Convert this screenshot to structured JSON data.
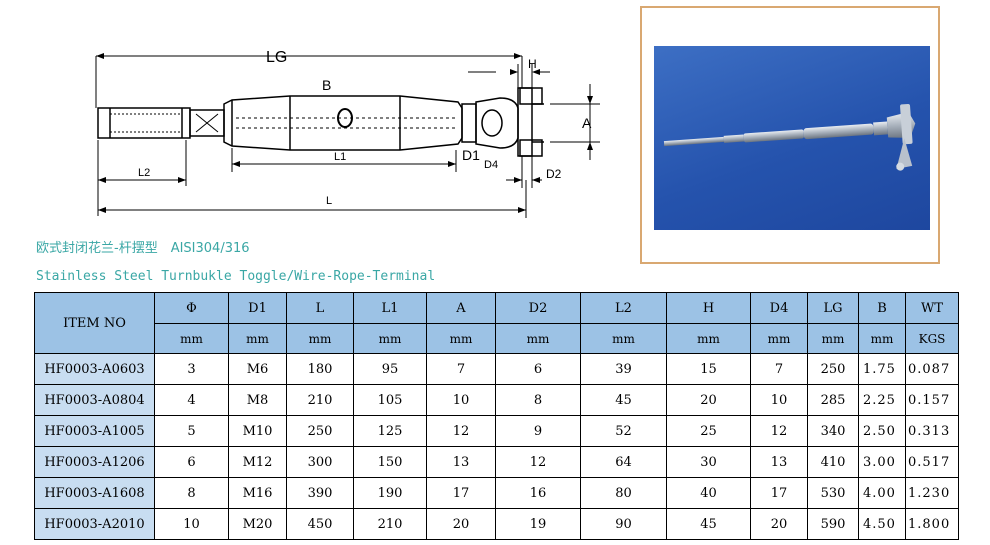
{
  "drawing": {
    "labels": {
      "lg": "LG",
      "b": "B",
      "h": "H",
      "a": "A",
      "l1": "L1",
      "d1": "D1",
      "d4": "D4",
      "d2": "D2",
      "l2": "L2",
      "l": "L"
    }
  },
  "caption": {
    "chinese": "欧式封闭花兰-杆摆型　AISI304/316",
    "english": "Stainless Steel Turnbukle Toggle/Wire-Rope-Terminal"
  },
  "table": {
    "headers": [
      "ITEM NO",
      "Φ",
      "D1",
      "L",
      "L1",
      "A",
      "D2",
      "L2",
      "H",
      "D4",
      "LG",
      "B",
      "WT"
    ],
    "units": [
      "mm",
      "mm",
      "mm",
      "mm",
      "mm",
      "mm",
      "mm",
      "mm",
      "mm",
      "mm",
      "mm",
      "KGS"
    ],
    "rows": [
      [
        "HF0003-A0603",
        "3",
        "M6",
        "180",
        "95",
        "7",
        "6",
        "39",
        "15",
        "7",
        "250",
        "1.75",
        "0.087"
      ],
      [
        "HF0003-A0804",
        "4",
        "M8",
        "210",
        "105",
        "10",
        "8",
        "45",
        "20",
        "10",
        "285",
        "2.25",
        "0.157"
      ],
      [
        "HF0003-A1005",
        "5",
        "M10",
        "250",
        "125",
        "12",
        "9",
        "52",
        "25",
        "12",
        "340",
        "2.50",
        "0.313"
      ],
      [
        "HF0003-A1206",
        "6",
        "M12",
        "300",
        "150",
        "13",
        "12",
        "64",
        "30",
        "13",
        "410",
        "3.00",
        "0.517"
      ],
      [
        "HF0003-A1608",
        "8",
        "M16",
        "390",
        "190",
        "17",
        "16",
        "80",
        "40",
        "17",
        "530",
        "4.00",
        "1.230"
      ],
      [
        "HF0003-A2010",
        "10",
        "M20",
        "450",
        "210",
        "20",
        "19",
        "90",
        "45",
        "20",
        "590",
        "4.50",
        "1.800"
      ]
    ]
  },
  "colors": {
    "caption": "#3aa7a5",
    "header_fill": "#9cc2e5",
    "item_fill": "#c8ddf1",
    "photo_background": "#2553ad",
    "photo_frame": "#d9a871"
  }
}
